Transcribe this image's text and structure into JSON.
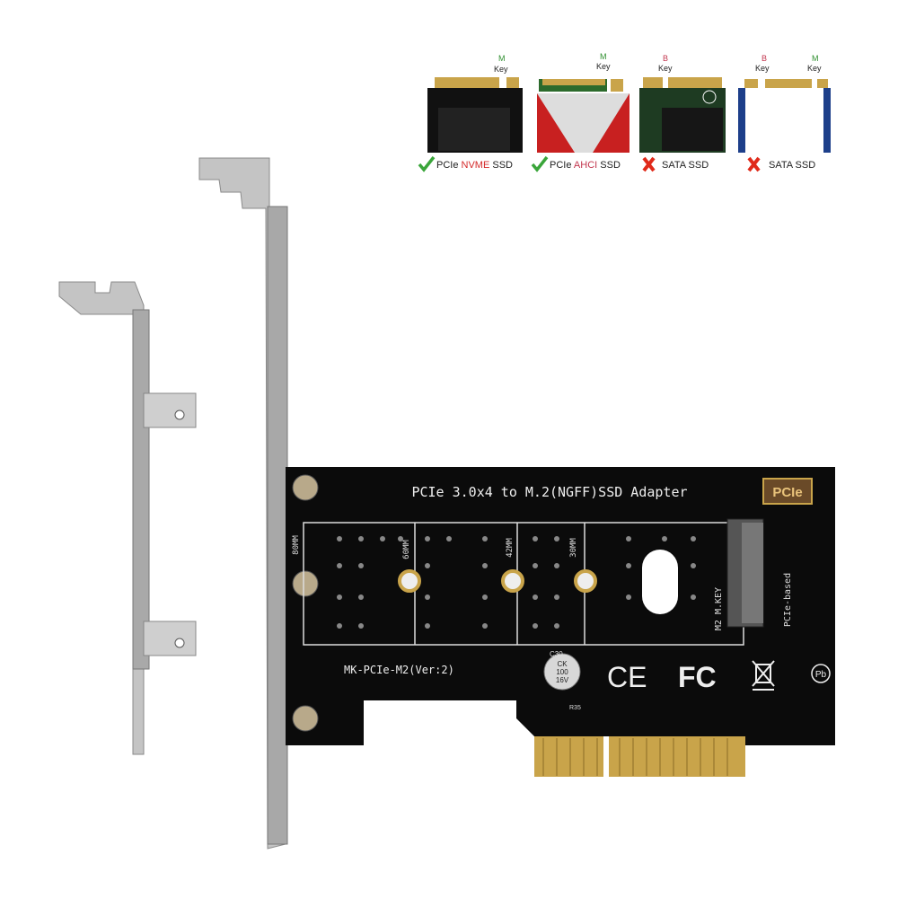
{
  "compatibility": [
    {
      "keys": [
        "M Key"
      ],
      "key_letters": [
        "M"
      ],
      "key_word": "Key",
      "status": "check",
      "prefix": "PCIe",
      "highlight": "NVME",
      "suffix": "SSD",
      "highlight_color": "#d42a2a"
    },
    {
      "keys": [
        "M Key"
      ],
      "key_letters": [
        "M"
      ],
      "key_word": "Key",
      "status": "check",
      "prefix": "PCIe",
      "highlight": "AHCI",
      "suffix": "SSD",
      "highlight_color": "#c2364e"
    },
    {
      "keys": [
        "B Key"
      ],
      "key_letters": [
        "B"
      ],
      "key_word": "Key",
      "status": "cross",
      "prefix": "",
      "highlight": "",
      "suffix": "SATA SSD"
    },
    {
      "keys": [
        "B Key",
        "M Key"
      ],
      "key_letters": [
        "B",
        "M"
      ],
      "key_word": "Key",
      "status": "cross",
      "prefix": "",
      "highlight": "",
      "suffix": "SATA SSD"
    }
  ],
  "board": {
    "title": "PCIe 3.0x4 to M.2(NGFF)SSD Adapter",
    "badge": "PCIe",
    "model": "MK-PCIe-M2(Ver:2)",
    "lengths": [
      "80MM",
      "60MM",
      "42MM",
      "30MM"
    ],
    "slot_label": "M2 M.KEY",
    "slot_side_label": "PCIe-based",
    "capacitor": [
      "CK",
      "100",
      "16V"
    ],
    "cap_ref": "C30",
    "res_ref": "R35",
    "marks": [
      "CE",
      "FC",
      "Pb"
    ]
  },
  "colors": {
    "check": "#3aa53a",
    "cross": "#e02a1a",
    "pcb": "#0b0b0b",
    "gold": "#c9a44a",
    "bracket": "#b9b9b9",
    "key_m": "#2f8f2f",
    "key_b": "#c2364e"
  }
}
